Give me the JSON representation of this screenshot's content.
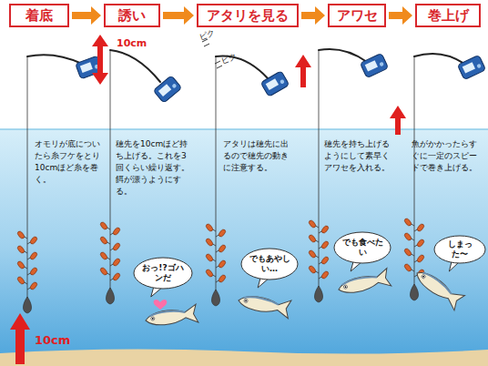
{
  "diagram": {
    "nodes": [
      {
        "text": [
          "着底"
        ]
      },
      {
        "text": [
          "誘い"
        ]
      },
      {
        "text": [
          "アタリを見る"
        ]
      },
      {
        "text": [
          "アワセ"
        ]
      },
      {
        "text": [
          "巻上げ"
        ]
      },
      {
        "text": [
          "おっ!?ゴハンだ"
        ]
      },
      {
        "text": [
          "でもあやしい…"
        ]
      },
      {
        "text": [
          "でも食べたい"
        ]
      },
      {
        "text": [
          "しまった〜"
        ]
      }
    ],
    "edges": [
      {
        "from": 0,
        "to": 1,
        "arrow": "to"
      },
      {
        "from": 1,
        "to": 2,
        "arrow": "to"
      },
      {
        "from": 2,
        "to": 3,
        "arrow": "to"
      },
      {
        "from": 3,
        "to": 4,
        "arrow": "to"
      }
    ],
    "labels": [
      "10cm",
      "ピク",
      "ピク",
      "オモリが底についたら糸フケをとり10cmほど糸を巻く。",
      "穂先を10cmほど持ち上げる。これを3回くらい繰り返す。餌が漂うようにする。",
      "アタリは穂先に出るので穂先の動きに注意する。",
      "穂先を持ち上げるようにして素早くアワセを入れる。",
      "魚がかかったらすぐに一定のスピードで巻き上げる。",
      "10cm"
    ]
  }
}
